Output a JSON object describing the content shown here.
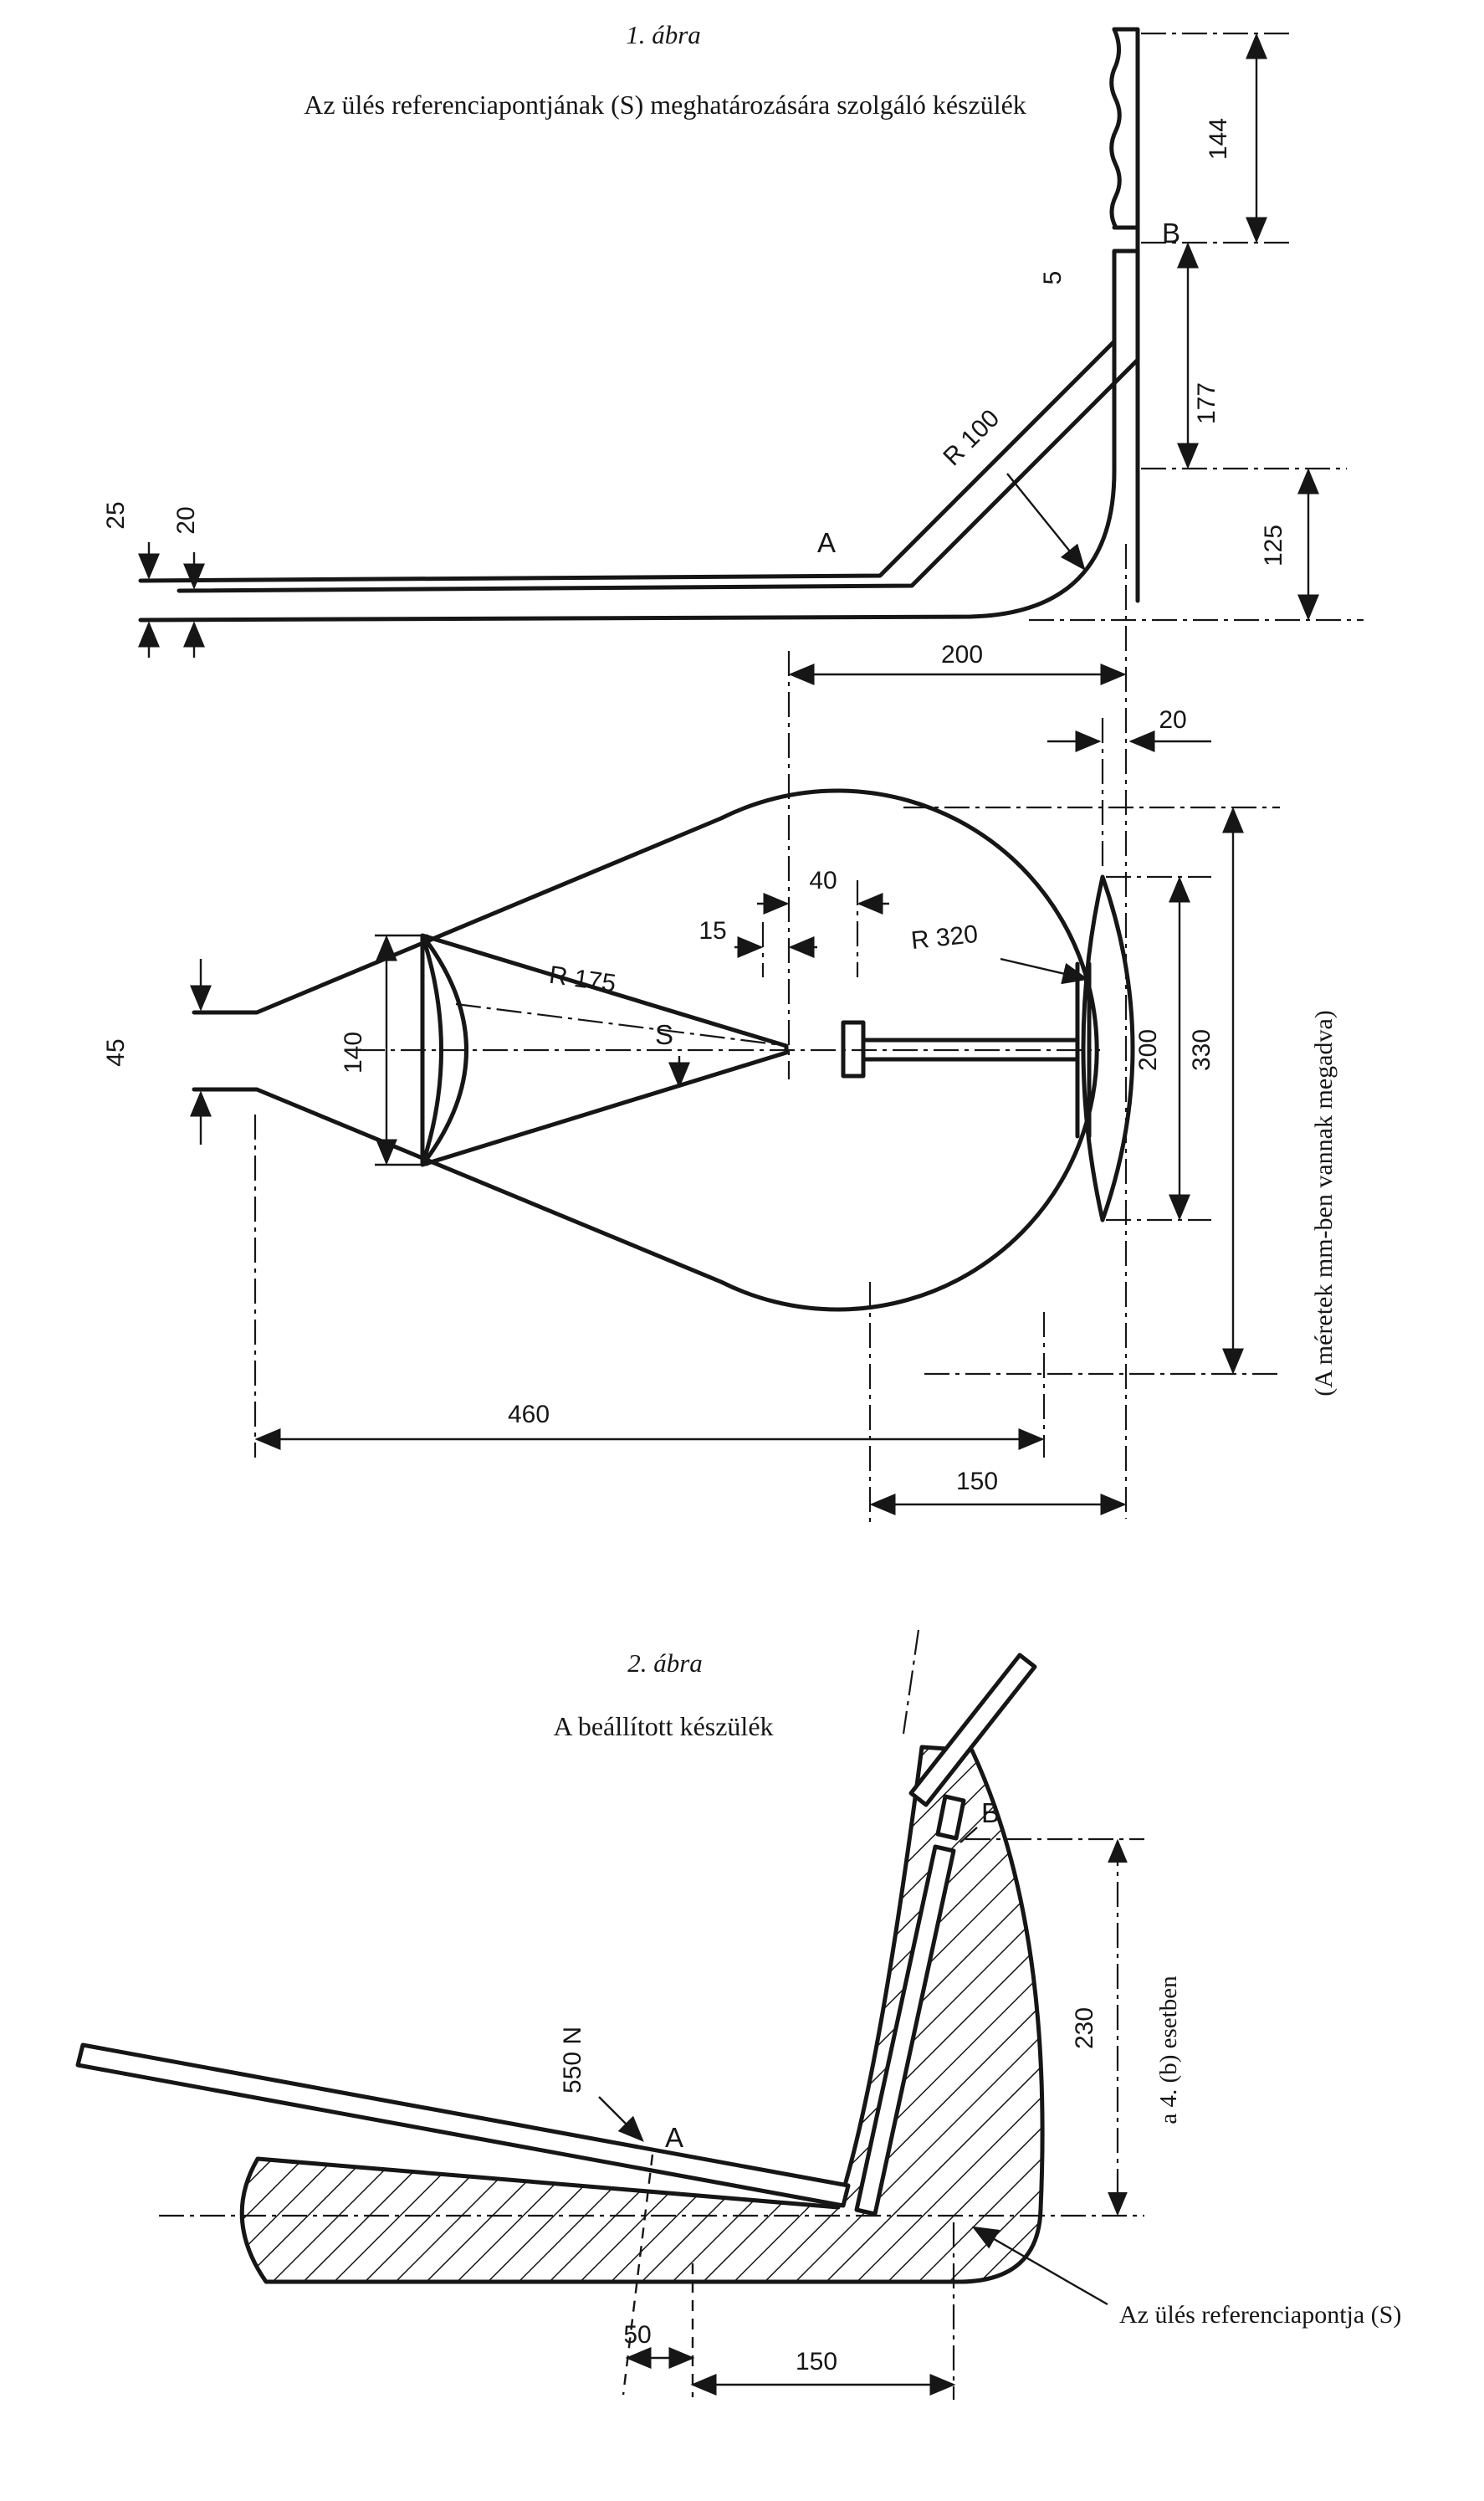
{
  "figure1": {
    "title": "1. ábra",
    "subtitle": "Az ülés referenciapontjának (S) meghatározására szolgáló készülék",
    "unit_note": "(A méretek mm-ben vannak megadva)",
    "labels": {
      "a": "A",
      "b": "B",
      "s": "S"
    },
    "dims": {
      "d25": "25",
      "d20_left": "20",
      "r100": "R 100",
      "d5": "5",
      "d144": "144",
      "d177": "177",
      "d125": "125",
      "d200_top": "200",
      "d20_right": "20",
      "d40": "40",
      "d15": "15",
      "r175": "R 175",
      "r320": "R 320",
      "d140": "140",
      "d45": "45",
      "d200_pad": "200",
      "d330": "330",
      "d460": "460",
      "d150": "150"
    }
  },
  "figure2": {
    "title": "2. ábra",
    "subtitle": "A beállított készülék",
    "force": "550 N",
    "labels": {
      "a": "A",
      "b": "B"
    },
    "dims": {
      "d230": "230",
      "d50": "50",
      "d150": "150"
    },
    "case_note": "a 4. (b) esetben",
    "ref_point": "Az ülés referenciapontja (S)"
  }
}
